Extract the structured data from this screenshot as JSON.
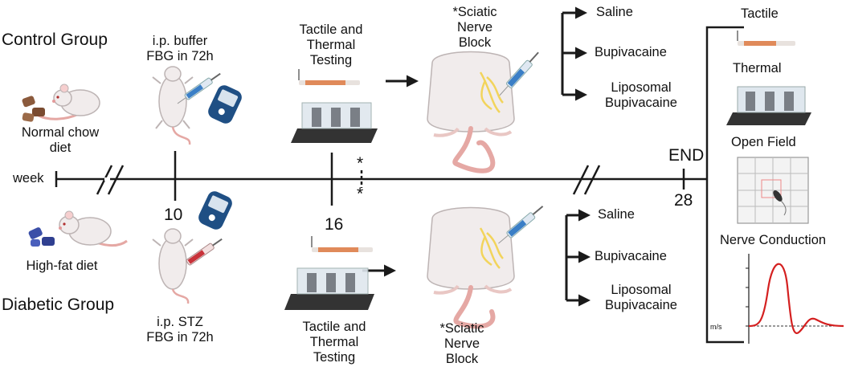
{
  "groups": {
    "control": "Control Group",
    "diabetic": "Diabetic Group"
  },
  "diets": {
    "normal": [
      "Normal chow",
      "diet"
    ],
    "highfat": "High-fat diet"
  },
  "injections": {
    "buffer": [
      "i.p. buffer",
      "FBG in 72h"
    ],
    "stz": [
      "i.p. STZ",
      "FBG in 72h"
    ]
  },
  "testing_label": [
    "Tactile and",
    "Thermal",
    "Testing"
  ],
  "block_label": [
    "*Sciatic",
    "Nerve",
    "Block"
  ],
  "treatments": {
    "saline": "Saline",
    "bupivacaine": "Bupivacaine",
    "liposomal": [
      "Liposomal",
      "Bupivacaine"
    ]
  },
  "timeline": {
    "axis_label": "week",
    "week_10": "10",
    "week_16": "16",
    "week_28": "28",
    "end": "END",
    "marker": "*"
  },
  "endpoints": {
    "tactile": "Tactile",
    "thermal": "Thermal",
    "open_field": "Open Field",
    "nerve_conduction": "Nerve Conduction",
    "unit": "m/s"
  },
  "colors": {
    "rat_body": "#f1ecec",
    "rat_outline": "#bdb4b4",
    "tail": "#e5a8a4",
    "chow_normal": "#8b5a3c",
    "chow_highfat": "#3b4fa8",
    "syringe_blue": "#3b7fc6",
    "syringe_red": "#c8323a",
    "nerve": "#f2d45c",
    "signal": "#d42020",
    "line": "#1a1a1a"
  }
}
